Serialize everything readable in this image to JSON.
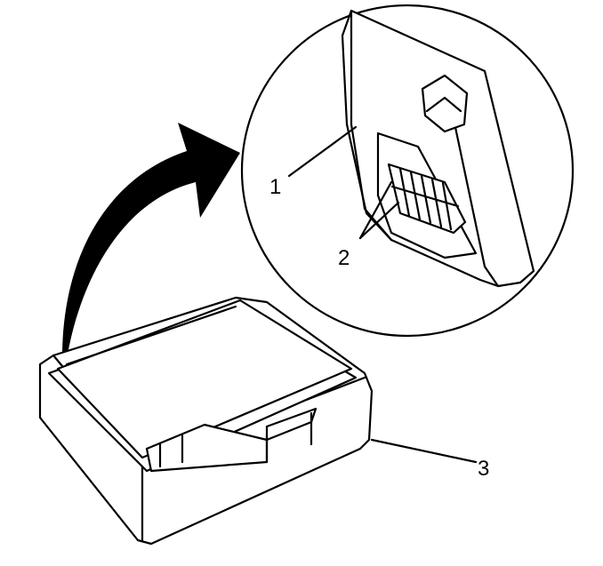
{
  "diagram": {
    "callouts": [
      {
        "number": "1",
        "target": "module"
      },
      {
        "number": "2",
        "target": "connector-terminals"
      },
      {
        "number": "3",
        "target": "module-housing"
      }
    ],
    "colors": {
      "line": "#000000",
      "background": "#ffffff"
    }
  }
}
